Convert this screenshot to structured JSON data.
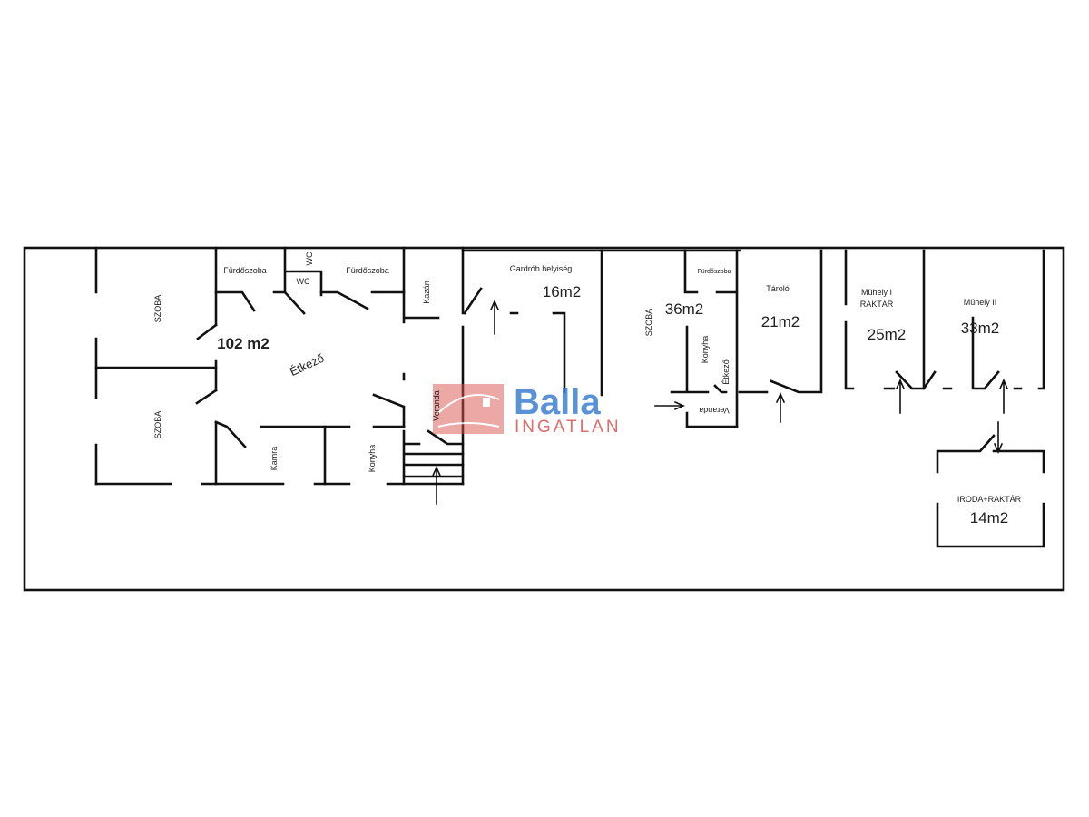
{
  "plan": {
    "main_house": {
      "area": "102 m2",
      "rooms": {
        "szoba_1": "SZOBA",
        "szoba_2": "SZOBA",
        "furdoszoba_1": "Fürdőszoba",
        "wc_1": "WC",
        "wc_2": "WC",
        "furdoszoba_2": "Fürdőszoba",
        "kazan": "Kazán",
        "etkezo": "Étkező",
        "veranda": "Veranda",
        "kamra": "Kamra",
        "konyha": "Konyha"
      }
    },
    "gardrob": {
      "label": "Gardrób helyiség",
      "area": "16m2"
    },
    "apartment": {
      "area": "36m2",
      "szoba": "SZOBA",
      "furdoszoba": "Fürdőszoba",
      "konyha": "Konyha",
      "etkezo": "Étkező",
      "veranda": "Veranda"
    },
    "tarolo": {
      "label": "Tároló",
      "area": "21m2"
    },
    "muhely1": {
      "label_1": "Mühely I",
      "label_2": "RAKTÁR",
      "area": "25m2"
    },
    "muhely2": {
      "label": "Mühely II",
      "area": "33m2"
    },
    "iroda": {
      "label": "IRODA+RAKTÁR",
      "area": "14m2"
    }
  },
  "watermark": {
    "brand": "Balla",
    "sub": "INGATLAN",
    "brand_color": "#3d7fd0",
    "accent_color": "#d9534f"
  }
}
